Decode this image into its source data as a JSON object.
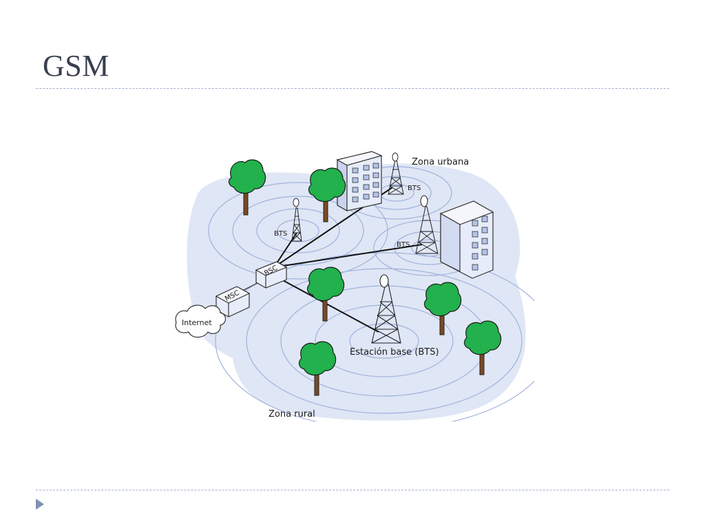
{
  "slide": {
    "title": "GSM"
  },
  "diagram": {
    "labels": {
      "urban_zone": "Zona urbana",
      "rural_zone": "Zona rural",
      "bts_1": "BTS",
      "bts_2": "BTS",
      "bts_3": "BTS",
      "base_station": "Estación base (BTS)",
      "bsc": "BSC",
      "msc": "MSC",
      "internet": "Internet"
    },
    "colors": {
      "coverage_fill": "#dfe6f5",
      "coverage_ring": "#9fb2dc",
      "tree_green": "#22b14c",
      "trunk": "#7a4a24",
      "building": "#e6ecfa"
    }
  },
  "footer": {
    "nav_icon": "triangle-right-icon"
  }
}
